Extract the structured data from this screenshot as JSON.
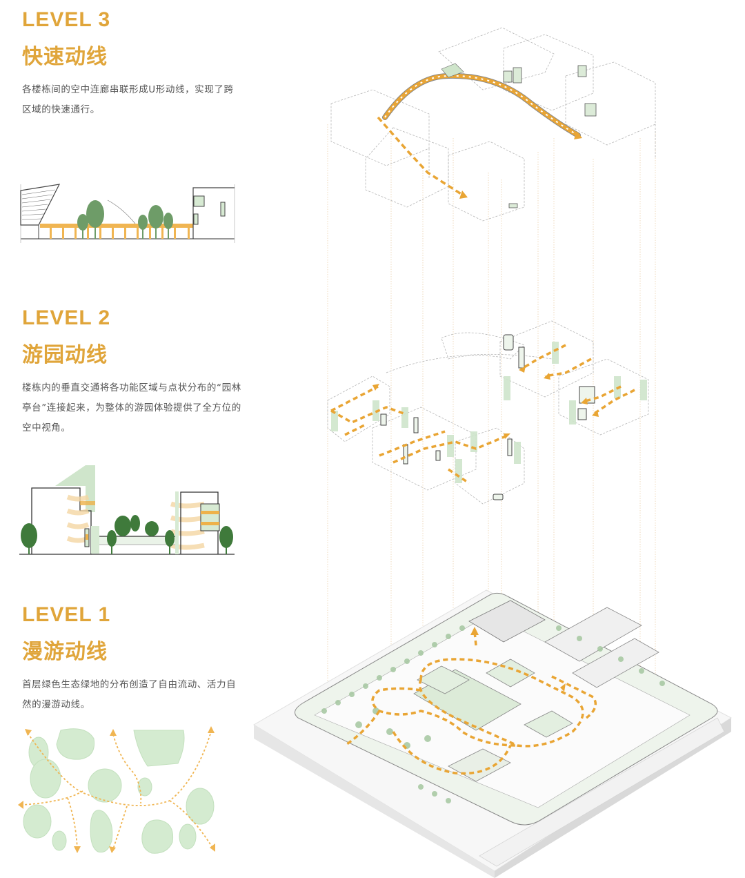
{
  "levels": [
    {
      "label": "LEVEL 3",
      "title": "快速动线",
      "description": "各楼栋间的空中连廊串联形成U形动线，实现了跨区域的快速通行。",
      "figure": "section-elevated-walkway",
      "diagram": "sky-bridge-u-route"
    },
    {
      "label": "LEVEL 2",
      "title": "游园动线",
      "description": "楼栋内的垂直交通将各功能区域与点状分布的“园林亭台”连接起来，为整体的游园体验提供了全方位的空中视角。",
      "figure": "section-vertical-garden",
      "diagram": "building-interior-loops"
    },
    {
      "label": "LEVEL 1",
      "title": "漫游动线",
      "description": "首层绿色生态绿地的分布创造了自由流动、活力自然的漫游动线。",
      "figure": "plan-green-islands-paths",
      "diagram": "ground-site-plan"
    }
  ],
  "colors": {
    "accent": "#e0a53a",
    "path": "#e9a534",
    "green_fill": "#d7ead3",
    "green_tree": "#5e8f5a",
    "line": "#9a9a9a",
    "text": "#555555"
  }
}
